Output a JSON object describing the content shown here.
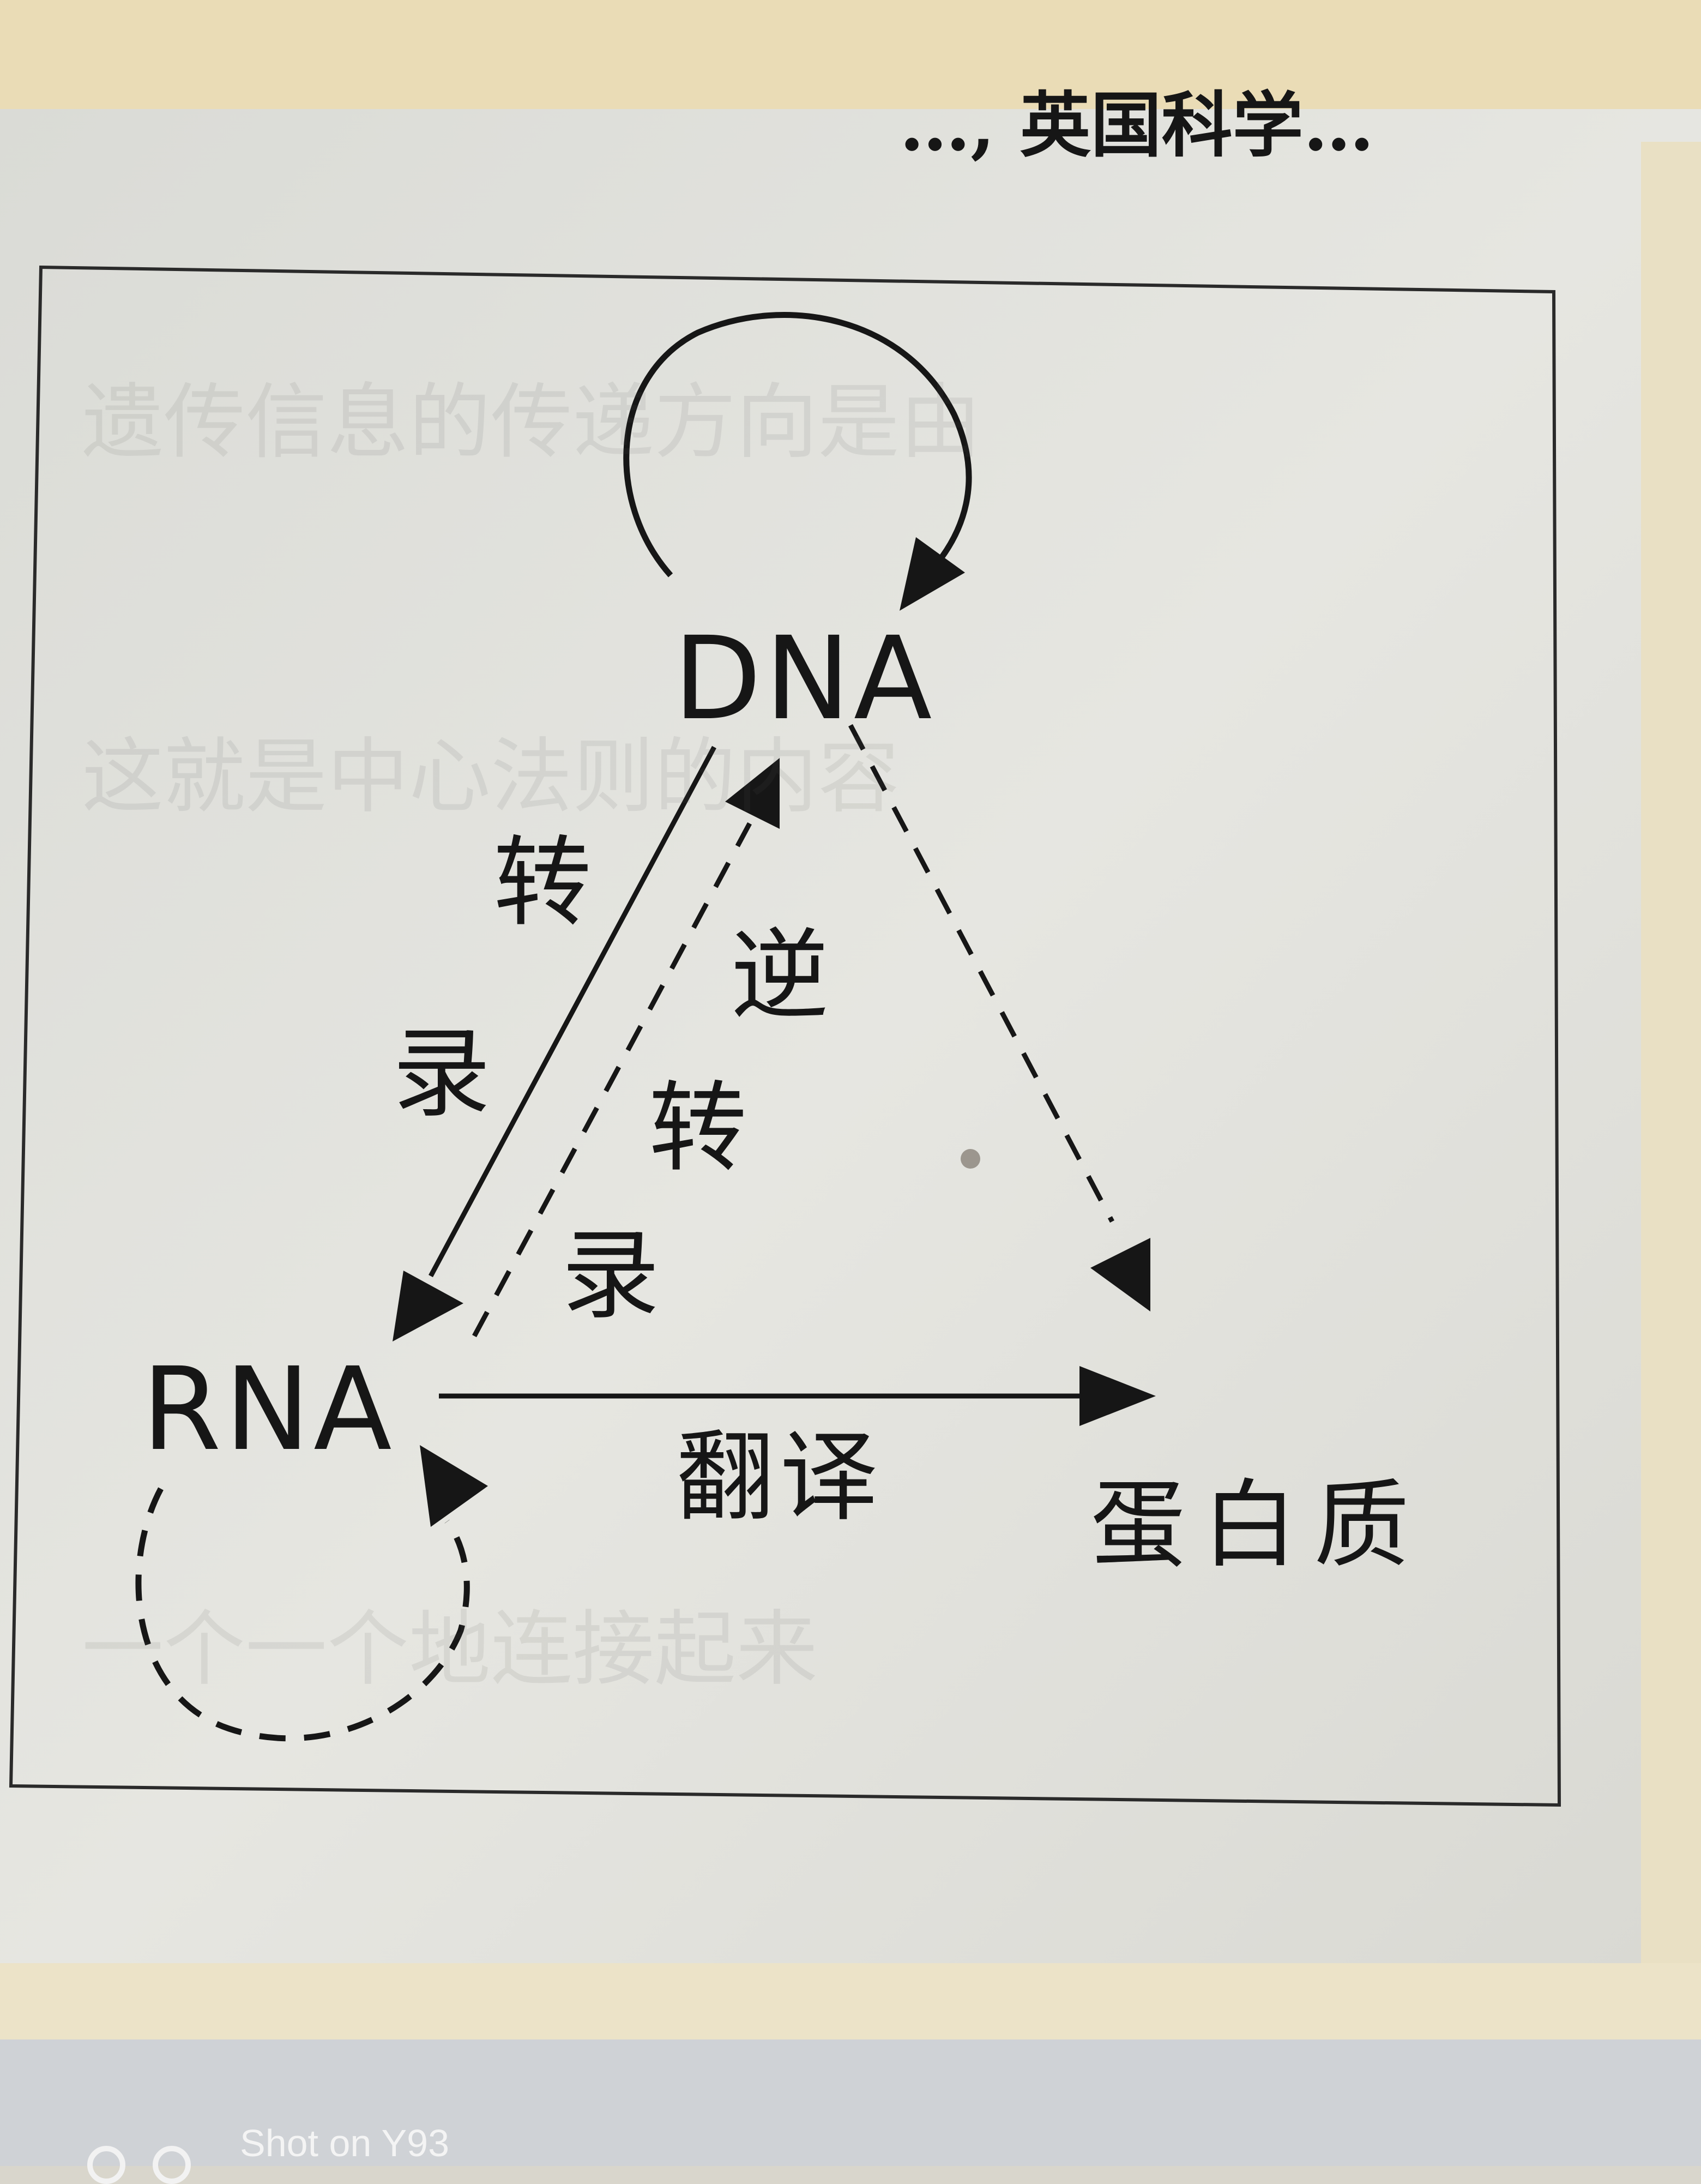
{
  "header_fragment": "…, 英国科学…",
  "nodes": {
    "dna": "DNA",
    "rna": "RNA",
    "protein": "蛋白质"
  },
  "edges": {
    "dna_self_replication": {
      "style": "solid",
      "from": "DNA",
      "to": "DNA"
    },
    "transcription": {
      "style": "solid",
      "from": "DNA",
      "to": "RNA",
      "label_chars": [
        "转",
        "录"
      ]
    },
    "reverse_transcription": {
      "style": "dashed",
      "from": "RNA",
      "to": "DNA",
      "label_chars": [
        "逆",
        "转",
        "录"
      ]
    },
    "dna_to_protein": {
      "style": "dashed",
      "from": "DNA",
      "to": "蛋白质"
    },
    "translation": {
      "style": "solid",
      "from": "RNA",
      "to": "蛋白质",
      "label": "翻译"
    },
    "rna_self_replication": {
      "style": "dashed",
      "from": "RNA",
      "to": "RNA"
    }
  },
  "camera_watermark": "Shot on Y93",
  "colors": {
    "ink": "#161616",
    "paper": "#e3e3de",
    "wood": "#eadcb6"
  }
}
